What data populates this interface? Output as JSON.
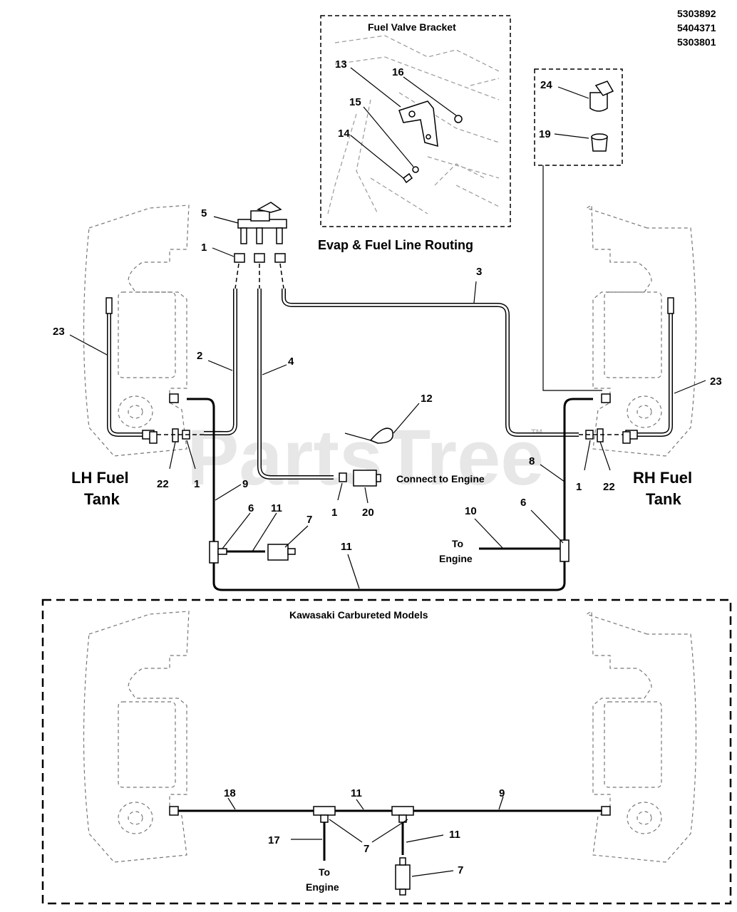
{
  "part_numbers": [
    "5303892",
    "5404371",
    "5303801"
  ],
  "watermark": "PartsTree",
  "trademark": "TM",
  "insets": {
    "fuel_valve_bracket": "Fuel Valve Bracket",
    "kawasaki": "Kawasaki Carbureted Models"
  },
  "headings": {
    "routing": "Evap & Fuel Line Routing",
    "connect": "Connect to Engine",
    "lh_tank_1": "LH Fuel",
    "lh_tank_2": "Tank",
    "rh_tank_1": "RH Fuel",
    "rh_tank_2": "Tank",
    "to_engine_1": "To",
    "to_engine_2": "Engine"
  },
  "callouts": {
    "c13": "13",
    "c16": "16",
    "c15": "15",
    "c14": "14",
    "c24": "24",
    "c19": "19",
    "c5": "5",
    "c1a": "1",
    "c3": "3",
    "c23l": "23",
    "c23r": "23",
    "c2": "2",
    "c4": "4",
    "c12": "12",
    "c22l": "22",
    "c1l": "1",
    "c9": "9",
    "c1m": "1",
    "c20": "20",
    "c8": "8",
    "c1r": "1",
    "c22r": "22",
    "c6l": "6",
    "c11a": "11",
    "c7a": "7",
    "c10": "10",
    "c6r": "6",
    "c11b": "11",
    "c18": "18",
    "c11c": "11",
    "c9b": "9",
    "c17": "17",
    "c7b": "7",
    "c11d": "11",
    "c7c": "7"
  }
}
